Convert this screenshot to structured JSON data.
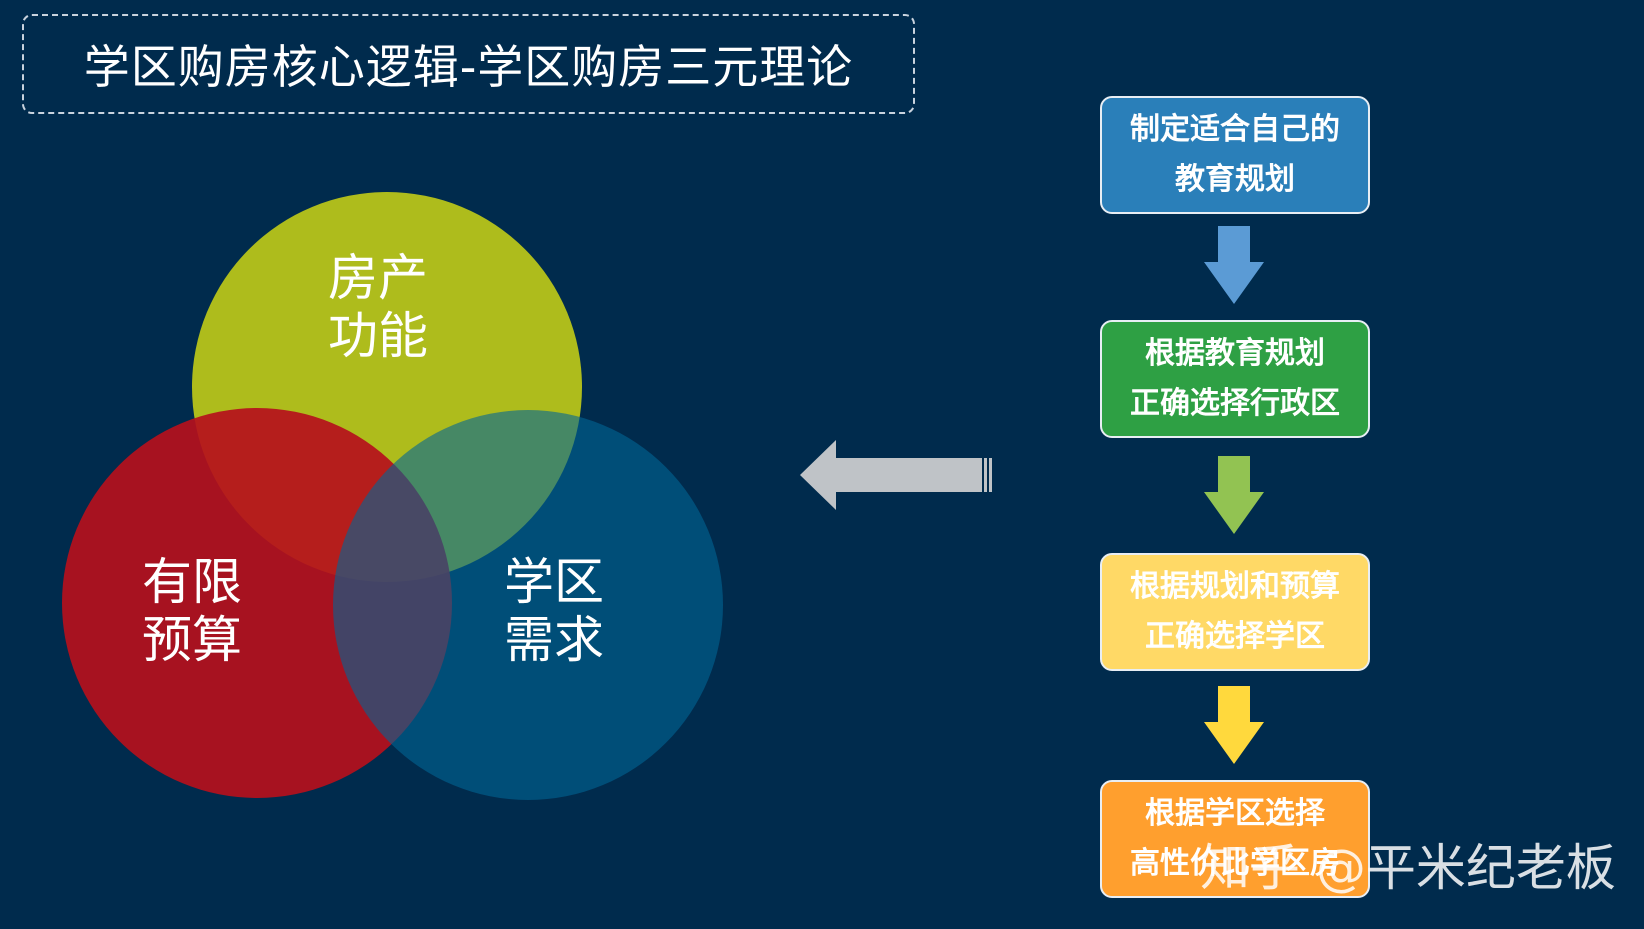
{
  "title": "学区购房核心逻辑-学区购房三元理论",
  "venn": {
    "top": {
      "line1": "房产",
      "line2": "功能",
      "color": "#b5c31a"
    },
    "left": {
      "line1": "有限",
      "line2": "预算",
      "color": "#b5101c"
    },
    "right": {
      "line1": "学区",
      "line2": "需求",
      "color": "#006596"
    }
  },
  "steps": [
    {
      "line1": "制定适合自己的",
      "line2": "教育规划",
      "color": "#2a7fb9"
    },
    {
      "line1": "根据教育规划",
      "line2": "正确选择行政区",
      "color": "#2ea044"
    },
    {
      "line1": "根据规划和预算",
      "line2": "正确选择学区",
      "color": "#ffd966"
    },
    {
      "line1": "根据学区选择",
      "line2": "高性价比学区房",
      "color": "#ff9f2e"
    }
  ],
  "arrow_colors": [
    "#5b9bd5",
    "#92c352",
    "#ffd93d"
  ],
  "watermark": "知乎 @平米纪老板"
}
